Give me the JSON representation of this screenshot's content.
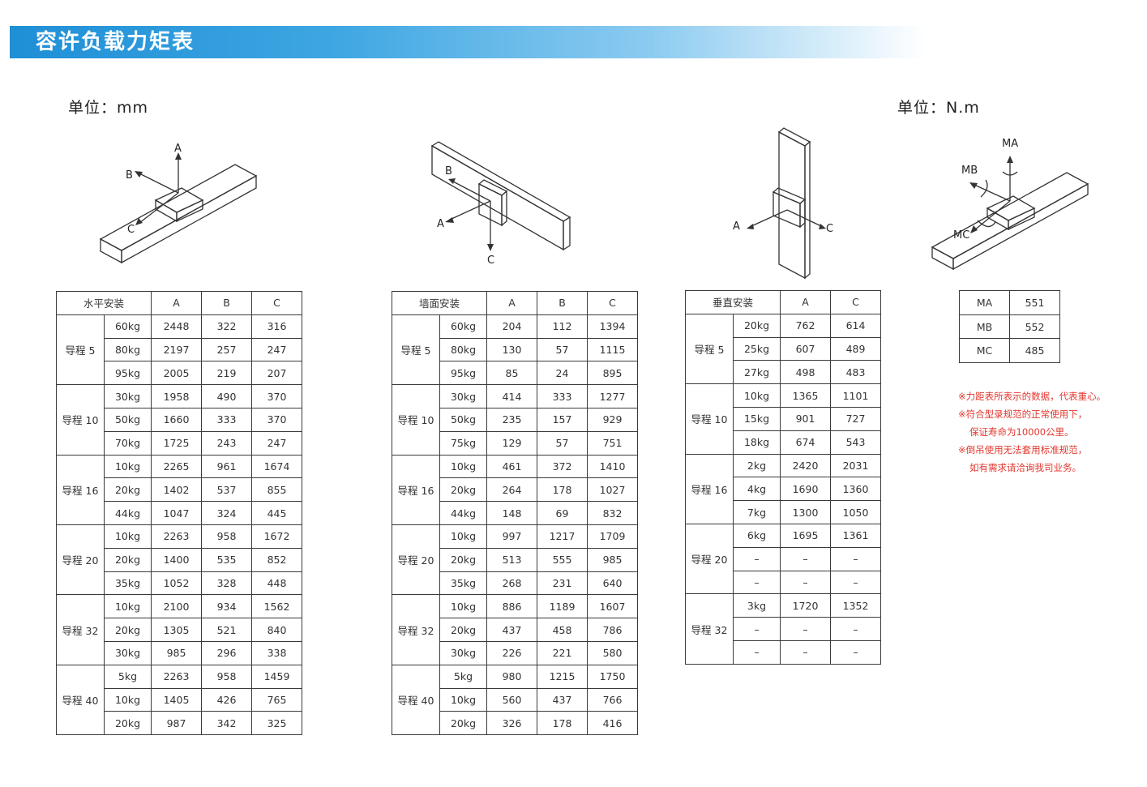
{
  "title": "容许负载力矩表",
  "units": {
    "left": "单位：mm",
    "right": "单位：N.m"
  },
  "diagrams": {
    "horizontal": {
      "labels": [
        "A",
        "B",
        "C"
      ]
    },
    "wall": {
      "labels": [
        "B",
        "A",
        "C"
      ]
    },
    "vertical": {
      "labels": [
        "A",
        "C"
      ]
    },
    "moment": {
      "labels": [
        "MA",
        "MB",
        "MC"
      ]
    }
  },
  "tables": [
    {
      "header": [
        "水平安装",
        "A",
        "B",
        "C"
      ],
      "groups": [
        {
          "lead": "导程 5",
          "rows": [
            [
              "60kg",
              "2448",
              "322",
              "316"
            ],
            [
              "80kg",
              "2197",
              "257",
              "247"
            ],
            [
              "95kg",
              "2005",
              "219",
              "207"
            ]
          ]
        },
        {
          "lead": "导程 10",
          "rows": [
            [
              "30kg",
              "1958",
              "490",
              "370"
            ],
            [
              "50kg",
              "1660",
              "333",
              "370"
            ],
            [
              "70kg",
              "1725",
              "243",
              "247"
            ]
          ]
        },
        {
          "lead": "导程 16",
          "rows": [
            [
              "10kg",
              "2265",
              "961",
              "1674"
            ],
            [
              "20kg",
              "1402",
              "537",
              "855"
            ],
            [
              "44kg",
              "1047",
              "324",
              "445"
            ]
          ]
        },
        {
          "lead": "导程 20",
          "rows": [
            [
              "10kg",
              "2263",
              "958",
              "1672"
            ],
            [
              "20kg",
              "1400",
              "535",
              "852"
            ],
            [
              "35kg",
              "1052",
              "328",
              "448"
            ]
          ]
        },
        {
          "lead": "导程 32",
          "rows": [
            [
              "10kg",
              "2100",
              "934",
              "1562"
            ],
            [
              "20kg",
              "1305",
              "521",
              "840"
            ],
            [
              "30kg",
              "985",
              "296",
              "338"
            ]
          ]
        },
        {
          "lead": "导程 40",
          "rows": [
            [
              "5kg",
              "2263",
              "958",
              "1459"
            ],
            [
              "10kg",
              "1405",
              "426",
              "765"
            ],
            [
              "20kg",
              "987",
              "342",
              "325"
            ]
          ]
        }
      ]
    },
    {
      "header": [
        "墙面安装",
        "A",
        "B",
        "C"
      ],
      "groups": [
        {
          "lead": "导程 5",
          "rows": [
            [
              "60kg",
              "204",
              "112",
              "1394"
            ],
            [
              "80kg",
              "130",
              "57",
              "1115"
            ],
            [
              "95kg",
              "85",
              "24",
              "895"
            ]
          ]
        },
        {
          "lead": "导程 10",
          "rows": [
            [
              "30kg",
              "414",
              "333",
              "1277"
            ],
            [
              "50kg",
              "235",
              "157",
              "929"
            ],
            [
              "75kg",
              "129",
              "57",
              "751"
            ]
          ]
        },
        {
          "lead": "导程 16",
          "rows": [
            [
              "10kg",
              "461",
              "372",
              "1410"
            ],
            [
              "20kg",
              "264",
              "178",
              "1027"
            ],
            [
              "44kg",
              "148",
              "69",
              "832"
            ]
          ]
        },
        {
          "lead": "导程 20",
          "rows": [
            [
              "10kg",
              "997",
              "1217",
              "1709"
            ],
            [
              "20kg",
              "513",
              "555",
              "985"
            ],
            [
              "35kg",
              "268",
              "231",
              "640"
            ]
          ]
        },
        {
          "lead": "导程 32",
          "rows": [
            [
              "10kg",
              "886",
              "1189",
              "1607"
            ],
            [
              "20kg",
              "437",
              "458",
              "786"
            ],
            [
              "30kg",
              "226",
              "221",
              "580"
            ]
          ]
        },
        {
          "lead": "导程 40",
          "rows": [
            [
              "5kg",
              "980",
              "1215",
              "1750"
            ],
            [
              "10kg",
              "560",
              "437",
              "766"
            ],
            [
              "20kg",
              "326",
              "178",
              "416"
            ]
          ]
        }
      ]
    },
    {
      "header": [
        "垂直安装",
        "A",
        "C"
      ],
      "groups": [
        {
          "lead": "导程 5",
          "rows": [
            [
              "20kg",
              "762",
              "614"
            ],
            [
              "25kg",
              "607",
              "489"
            ],
            [
              "27kg",
              "498",
              "483"
            ]
          ]
        },
        {
          "lead": "导程 10",
          "rows": [
            [
              "10kg",
              "1365",
              "1101"
            ],
            [
              "15kg",
              "901",
              "727"
            ],
            [
              "18kg",
              "674",
              "543"
            ]
          ]
        },
        {
          "lead": "导程 16",
          "rows": [
            [
              "2kg",
              "2420",
              "2031"
            ],
            [
              "4kg",
              "1690",
              "1360"
            ],
            [
              "7kg",
              "1300",
              "1050"
            ]
          ]
        },
        {
          "lead": "导程 20",
          "rows": [
            [
              "6kg",
              "1695",
              "1361"
            ],
            [
              "–",
              "–",
              "–"
            ],
            [
              "–",
              "–",
              "–"
            ]
          ]
        },
        {
          "lead": "导程 32",
          "rows": [
            [
              "3kg",
              "1720",
              "1352"
            ],
            [
              "–",
              "–",
              "–"
            ],
            [
              "–",
              "–",
              "–"
            ]
          ]
        }
      ]
    }
  ],
  "moments": [
    {
      "name": "MA",
      "value": "551"
    },
    {
      "name": "MB",
      "value": "552"
    },
    {
      "name": "MC",
      "value": "485"
    }
  ],
  "notes": [
    "※力距表所表示的数据，代表重心。",
    "※符合型录规范的正常使用下，",
    "保证寿命为10000公里。",
    "※倒吊使用无法套用标准规范，",
    "如有需求请洽询我司业务。"
  ],
  "colors": {
    "banner": "#1f8fd6",
    "notes": "#e2382f",
    "border": "#3a3a3a"
  }
}
